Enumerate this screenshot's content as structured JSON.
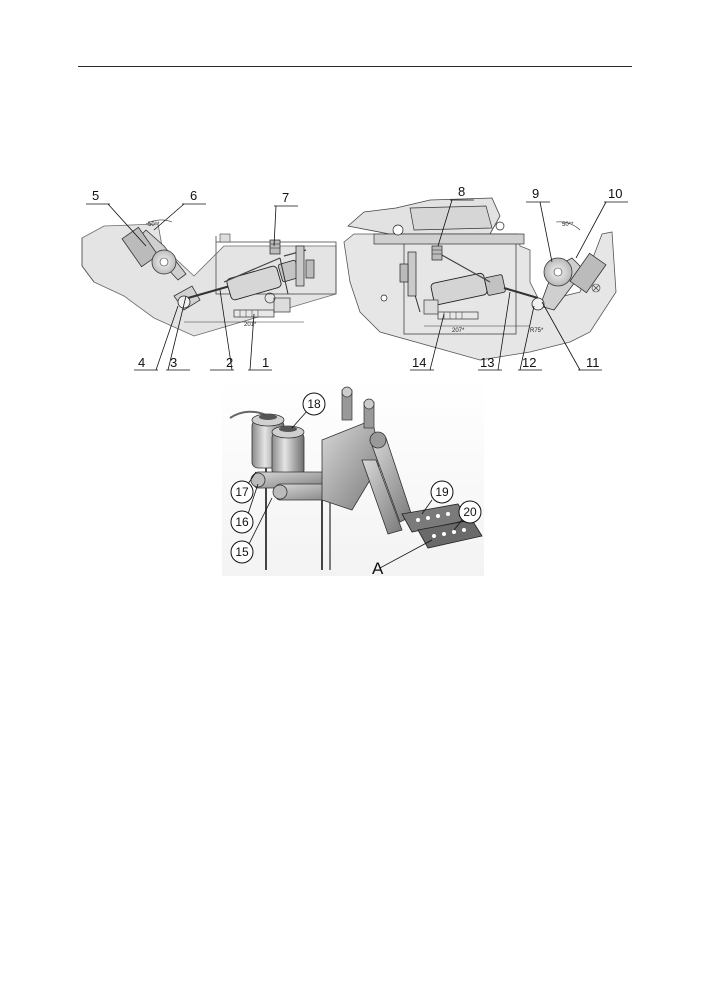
{
  "top_left_drawing": {
    "callouts": [
      "5",
      "6",
      "7",
      "4",
      "3",
      "2",
      "1"
    ],
    "angle_label": "50°*",
    "dimension_label": "201*"
  },
  "top_right_drawing": {
    "callouts": [
      "8",
      "9",
      "10",
      "14",
      "13",
      "12",
      "11"
    ],
    "angle_label": "50°*",
    "dimension_label": "207*",
    "radius_label": "R75*"
  },
  "photo": {
    "circled_callouts": [
      "18",
      "17",
      "16",
      "15",
      "19",
      "20"
    ],
    "view_letter": "A"
  }
}
